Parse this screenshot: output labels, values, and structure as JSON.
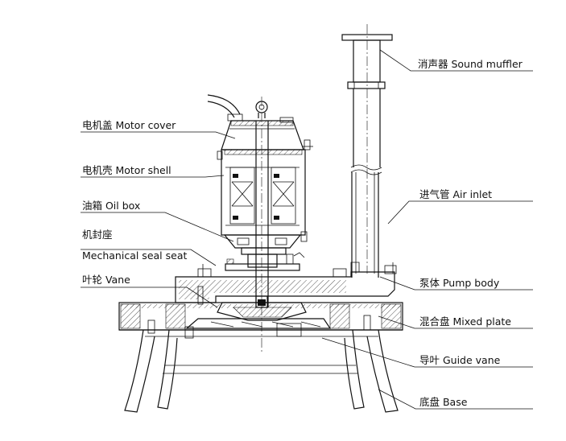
{
  "labels": {
    "sound_muffler": "消声器  Sound muffler",
    "motor_cover": "电机盖  Motor cover",
    "motor_shell": "电机壳  Motor shell",
    "air_inlet": "进气管  Air inlet",
    "oil_box": "油箱  Oil box",
    "mech_seal_cn": "机封座",
    "mech_seal_en": "Mechanical seal seat",
    "vane": "叶轮  Vane",
    "pump_body": "泵体  Pump body",
    "mixed_plate": "混合盘  Mixed plate",
    "guide_vane": "导叶  Guide vane",
    "base": "底盘  Base"
  },
  "colors": {
    "line": "#111111",
    "background": "#ffffff"
  }
}
